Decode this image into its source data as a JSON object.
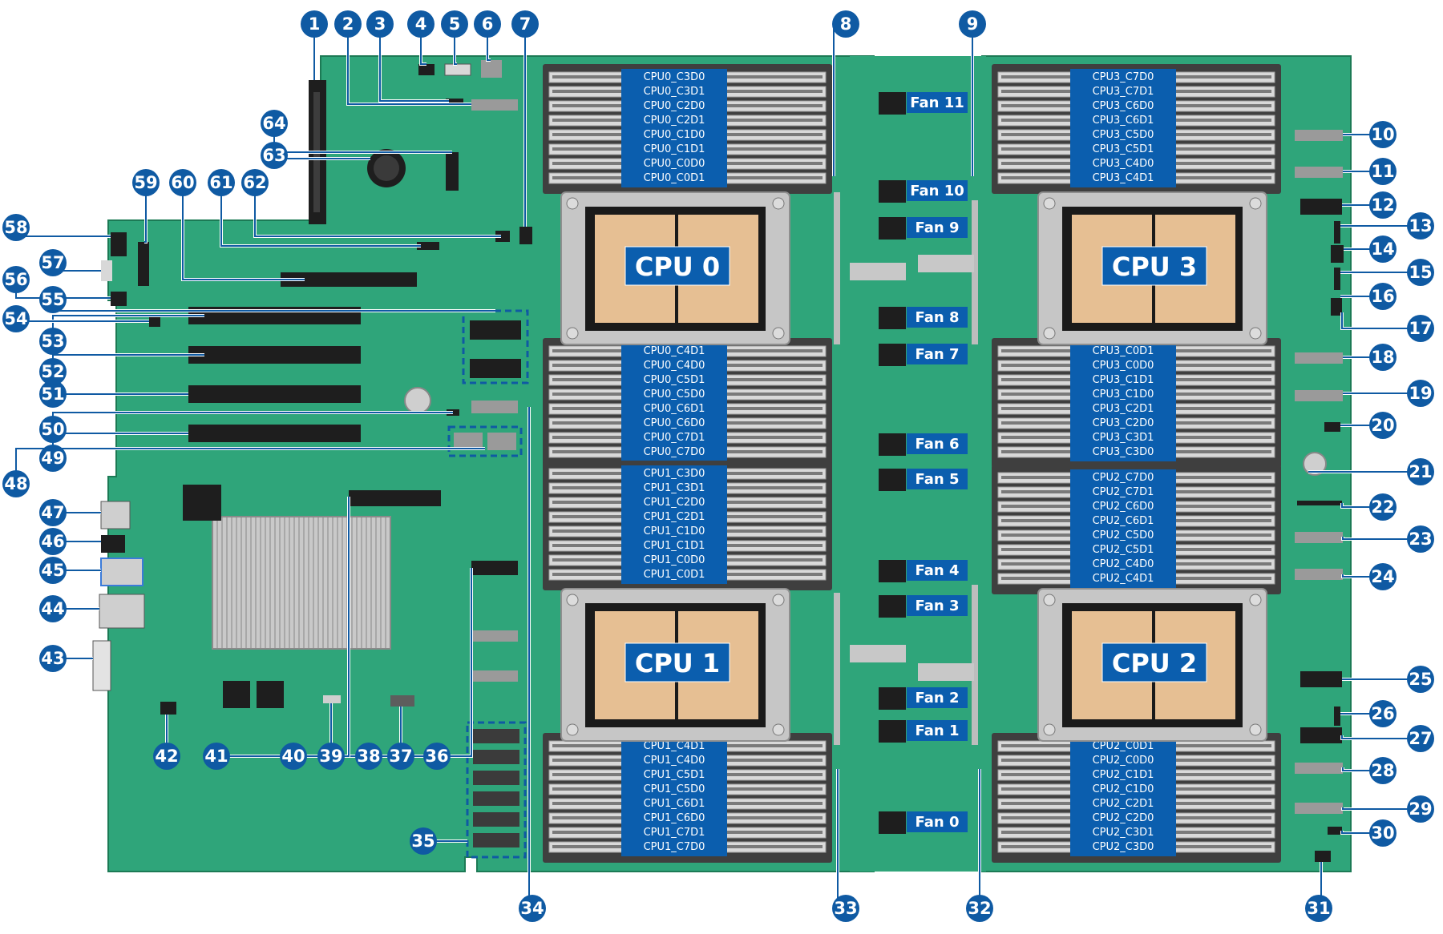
{
  "colors": {
    "board": "#2fa57a",
    "board_dark": "#22885f",
    "callout": "#0f5aa3",
    "label_bg": "#0b5eae",
    "dimm_slot": "#d9d9d9",
    "heatsink": "#c6c6c6",
    "cpu_die": "#e6bf93",
    "connector": "#1e1e1e"
  },
  "cpus": [
    {
      "id": "cpu0",
      "label": "CPU 0",
      "top_dimms": [
        "CPU0_C3D0",
        "CPU0_C3D1",
        "CPU0_C2D0",
        "CPU0_C2D1",
        "CPU0_C1D0",
        "CPU0_C1D1",
        "CPU0_C0D0",
        "CPU0_C0D1"
      ],
      "bottom_dimms": [
        "CPU0_C4D1",
        "CPU0_C4D0",
        "CPU0_C5D1",
        "CPU0_C5D0",
        "CPU0_C6D1",
        "CPU0_C6D0",
        "CPU0_C7D1",
        "CPU0_C7D0"
      ]
    },
    {
      "id": "cpu1",
      "label": "CPU 1",
      "top_dimms": [
        "CPU1_C3D0",
        "CPU1_C3D1",
        "CPU1_C2D0",
        "CPU1_C2D1",
        "CPU1_C1D0",
        "CPU1_C1D1",
        "CPU1_C0D0",
        "CPU1_C0D1"
      ],
      "bottom_dimms": [
        "CPU1_C4D1",
        "CPU1_C4D0",
        "CPU1_C5D1",
        "CPU1_C5D0",
        "CPU1_C6D1",
        "CPU1_C6D0",
        "CPU1_C7D1",
        "CPU1_C7D0"
      ]
    },
    {
      "id": "cpu3",
      "label": "CPU 3",
      "top_dimms": [
        "CPU3_C7D0",
        "CPU3_C7D1",
        "CPU3_C6D0",
        "CPU3_C6D1",
        "CPU3_C5D0",
        "CPU3_C5D1",
        "CPU3_C4D0",
        "CPU3_C4D1"
      ],
      "bottom_dimms": [
        "CPU3_C0D1",
        "CPU3_C0D0",
        "CPU3_C1D1",
        "CPU3_C1D0",
        "CPU3_C2D1",
        "CPU3_C2D0",
        "CPU3_C3D1",
        "CPU3_C3D0"
      ]
    },
    {
      "id": "cpu2",
      "label": "CPU 2",
      "top_dimms": [
        "CPU2_C7D0",
        "CPU2_C7D1",
        "CPU2_C6D0",
        "CPU2_C6D1",
        "CPU2_C5D0",
        "CPU2_C5D1",
        "CPU2_C4D0",
        "CPU2_C4D1"
      ],
      "bottom_dimms": [
        "CPU2_C0D1",
        "CPU2_C0D0",
        "CPU2_C1D1",
        "CPU2_C1D0",
        "CPU2_C2D1",
        "CPU2_C2D0",
        "CPU2_C3D1",
        "CPU2_C3D0"
      ]
    }
  ],
  "fans": [
    "Fan 11",
    "Fan 10",
    "Fan 9",
    "Fan 8",
    "Fan 7",
    "Fan 6",
    "Fan 5",
    "Fan 4",
    "Fan 3",
    "Fan 2",
    "Fan 1",
    "Fan 0"
  ],
  "callouts": [
    "1",
    "2",
    "3",
    "4",
    "5",
    "6",
    "7",
    "8",
    "9",
    "10",
    "11",
    "12",
    "13",
    "14",
    "15",
    "16",
    "17",
    "18",
    "19",
    "20",
    "21",
    "22",
    "23",
    "24",
    "25",
    "26",
    "27",
    "28",
    "29",
    "30",
    "31",
    "32",
    "33",
    "34",
    "35",
    "36",
    "37",
    "38",
    "39",
    "40",
    "41",
    "42",
    "43",
    "44",
    "45",
    "46",
    "47",
    "48",
    "49",
    "50",
    "51",
    "52",
    "53",
    "54",
    "55",
    "56",
    "57",
    "58",
    "59",
    "60",
    "61",
    "62",
    "63",
    "64"
  ]
}
